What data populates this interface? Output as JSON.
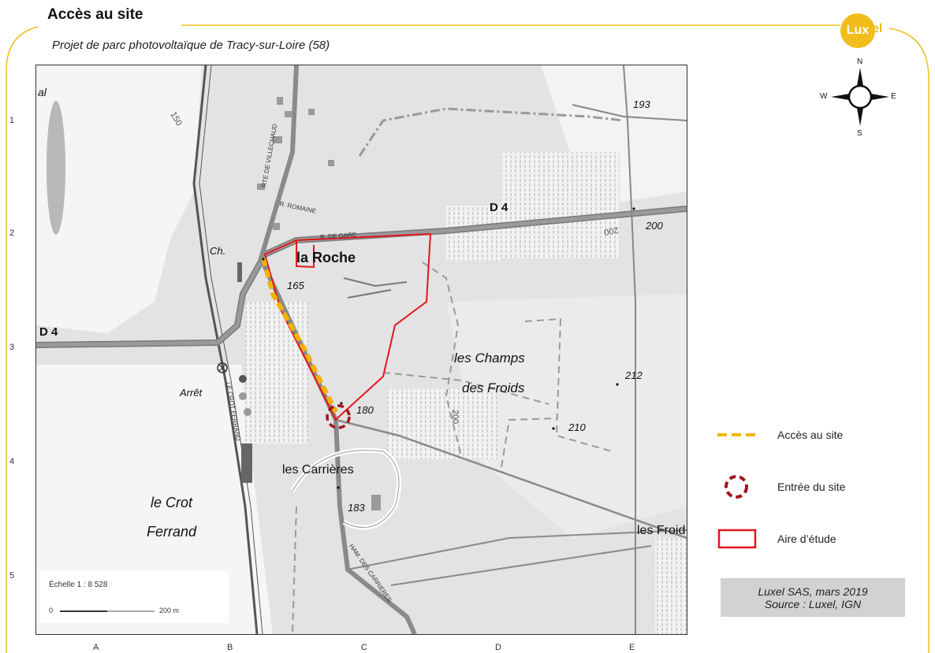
{
  "header": {
    "title": "Accès au site",
    "subtitle": "Projet de parc photovoltaïque de Tracy-sur-Loire (58)",
    "logo_text": "Lux",
    "logo_tail": "el"
  },
  "grid": {
    "rows": [
      "1",
      "2",
      "3",
      "4",
      "5"
    ],
    "columns": [
      "A",
      "B",
      "C",
      "D",
      "E"
    ]
  },
  "map_labels": {
    "d4_left": "D 4",
    "d4_right": "D 4",
    "la_roche": "la Roche",
    "champs1": "les Champs",
    "champs2": "des Froids",
    "carrieres": "les Carrières",
    "crot1": "le Crot",
    "crot2": "Ferrand",
    "les_froids": "les Froid",
    "ch": "Ch.",
    "arret": "Arrêt",
    "al": "al",
    "alt_193": "193",
    "alt_200a": "200",
    "alt_200b": "200",
    "alt_200c": "200",
    "alt_150": "150",
    "alt_165": "165",
    "alt_180": "180",
    "alt_183": "183",
    "alt_210": "210",
    "alt_212": "212",
    "rte_villechaud": "RTE DE VILLECHAUD",
    "r_romaine": "R. ROMAINE",
    "r_gare": "R. DE GARE",
    "le_crot_ferrand": "LE CROT FERRAND",
    "ham_carrieres": "HAM. DES CARRIERES"
  },
  "scale": {
    "label": "Échelle 1 : 8 528",
    "start": "0",
    "end": "200 m"
  },
  "compass": {
    "n": "N",
    "s": "S",
    "e": "E",
    "w": "W"
  },
  "legend": {
    "access": "Accès au site",
    "entrance": "Entrée du site",
    "study": "Aire d’étude"
  },
  "source": {
    "line1": "Luxel SAS, mars 2019",
    "line2": "Source : Luxel, IGN"
  },
  "colors": {
    "brand": "#f0bd1b",
    "access": "#f0b400",
    "entrance": "#a3141b",
    "study": "#e3161b"
  }
}
